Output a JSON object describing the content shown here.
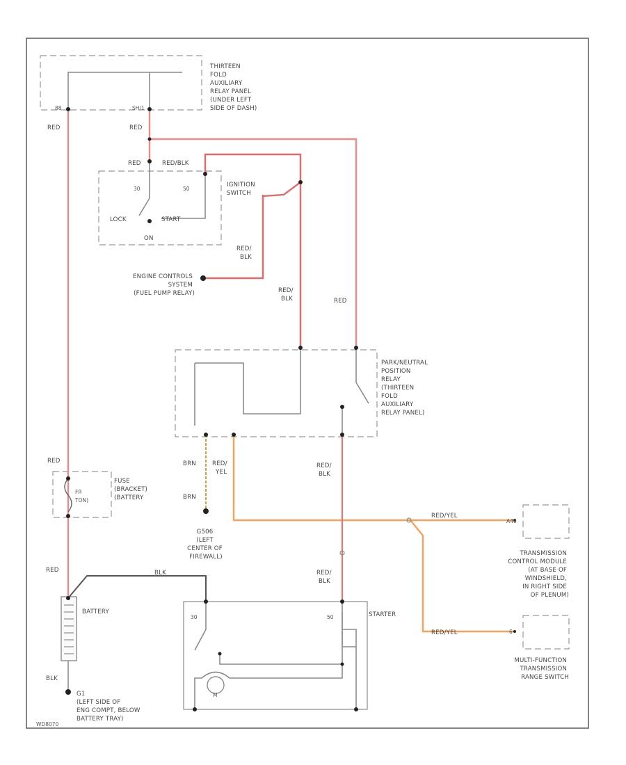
{
  "labels": {
    "aux_panel": [
      "THIRTEEN",
      "FOLD",
      "AUXILIARY",
      "RELAY PANEL",
      "(UNDER LEFT",
      "SIDE OF DASH)"
    ],
    "pin_88": "88",
    "pin_h1": "SH/1",
    "wire_red_1": "RED",
    "wire_red_2": "RED",
    "wire_red_3": "RED",
    "wire_red_blk_top": "RED/BLK",
    "ignition_switch": [
      "IGNITION",
      "SWITCH"
    ],
    "pin_30": "30",
    "pin_50": "50",
    "pos_lock": "LOCK",
    "pos_start": "START",
    "pos_on": "ON",
    "wire_red_blk_ecm": [
      "RED/",
      "BLK"
    ],
    "engine_controls": [
      "ENGINE CONTROLS",
      "SYSTEM",
      "(FUEL PUMP RELAY)"
    ],
    "wire_red_blk_mid": [
      "RED/",
      "BLK"
    ],
    "wire_red_right": "RED",
    "pn_relay": [
      "PARK/NEUTRAL",
      "POSITION",
      "RELAY",
      "(THIRTEEN",
      "FOLD",
      "AUXILIARY",
      "RELAY PANEL)"
    ],
    "wire_red_left": "RED",
    "fuse": [
      "FUSE",
      "(BRACKET)",
      "(BATTERY"
    ],
    "fuse_id": [
      "FR",
      "TON)"
    ],
    "wire_brn_1": "BRN",
    "wire_red_yel": [
      "RED/",
      "YEL"
    ],
    "wire_brn_2": "BRN",
    "wire_red_blk_relay": [
      "RED/",
      "BLK"
    ],
    "ground_g": [
      "G506",
      "(LEFT",
      "CENTER OF",
      "FIREWALL)"
    ],
    "wire_red_yel_h1": "RED/YEL",
    "tcm_pin": "A40",
    "tcm": [
      "TRANSMISSION",
      "CONTROL MODULE",
      "(AT BASE OF",
      "WINDSHIELD,",
      "IN RIGHT SIDE",
      "OF PLENUM)"
    ],
    "wire_red_batt": "RED",
    "wire_blk_batt": "BLK",
    "battery": "BATTERY",
    "wire_red_blk_starter": [
      "RED/",
      "BLK"
    ],
    "starter": "STARTER",
    "pin_s30": "30",
    "pin_s50": "50",
    "pin_m": "M",
    "wire_red_yel_h2": "RED/YEL",
    "mfs_pin": "6",
    "mfs": [
      "MULTI-FUNCTION",
      "TRANSMISSION",
      "RANGE SWITCH"
    ],
    "wire_blk_gnd": "BLK",
    "ground_batt": [
      "G1",
      "(LEFT SIDE OF",
      "ENG COMPT, BELOW",
      "BATTERY TRAY)"
    ],
    "diagram_id": "WD8070"
  },
  "colors": {
    "red_wire": "#f08a8a",
    "orange_wire": "#f5a35a",
    "brn_wire": "#c7a44a",
    "gray_wire": "#8c8c8c"
  }
}
